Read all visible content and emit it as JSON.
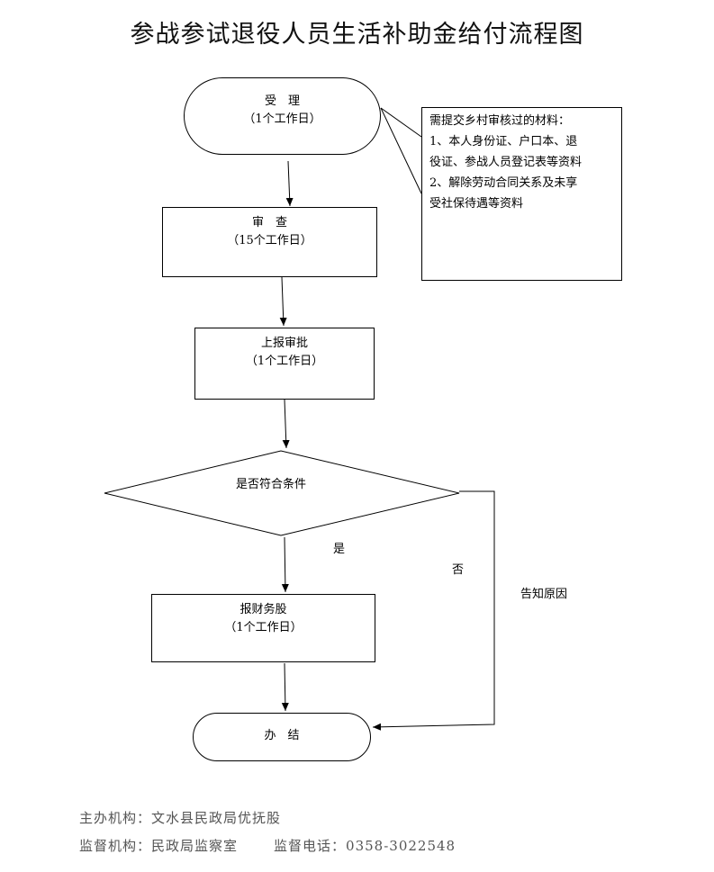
{
  "title": "参战参试退役人员生活补助金给付流程图",
  "steps": {
    "accept": {
      "label": "受　理",
      "days": "（1个工作日）"
    },
    "review": {
      "label": "审　查",
      "days": "（15个工作日）"
    },
    "report": {
      "label": "上报审批",
      "days": "（1个工作日）"
    },
    "decision": {
      "label": "是否符合条件"
    },
    "finance": {
      "label": "报财务股",
      "days": "（1个工作日）"
    },
    "done": {
      "label": "办　结"
    }
  },
  "branches": {
    "yes": "是",
    "no": "否",
    "notify": "告知原因"
  },
  "note": {
    "lines": [
      "需提交乡村审核过的材料：",
      "1、本人身份证、户口本、退",
      "役证、参战人员登记表等资料",
      "2、解除劳动合同关系及未享",
      "受社保待遇等资料"
    ]
  },
  "footer": {
    "host_label": "主办机构：",
    "host": "文水县民政局优抚股",
    "supervisor_label": "监督机构：",
    "supervisor": "民政局监察室",
    "phone_label": "监督电话：",
    "phone": "0358-3022548"
  }
}
